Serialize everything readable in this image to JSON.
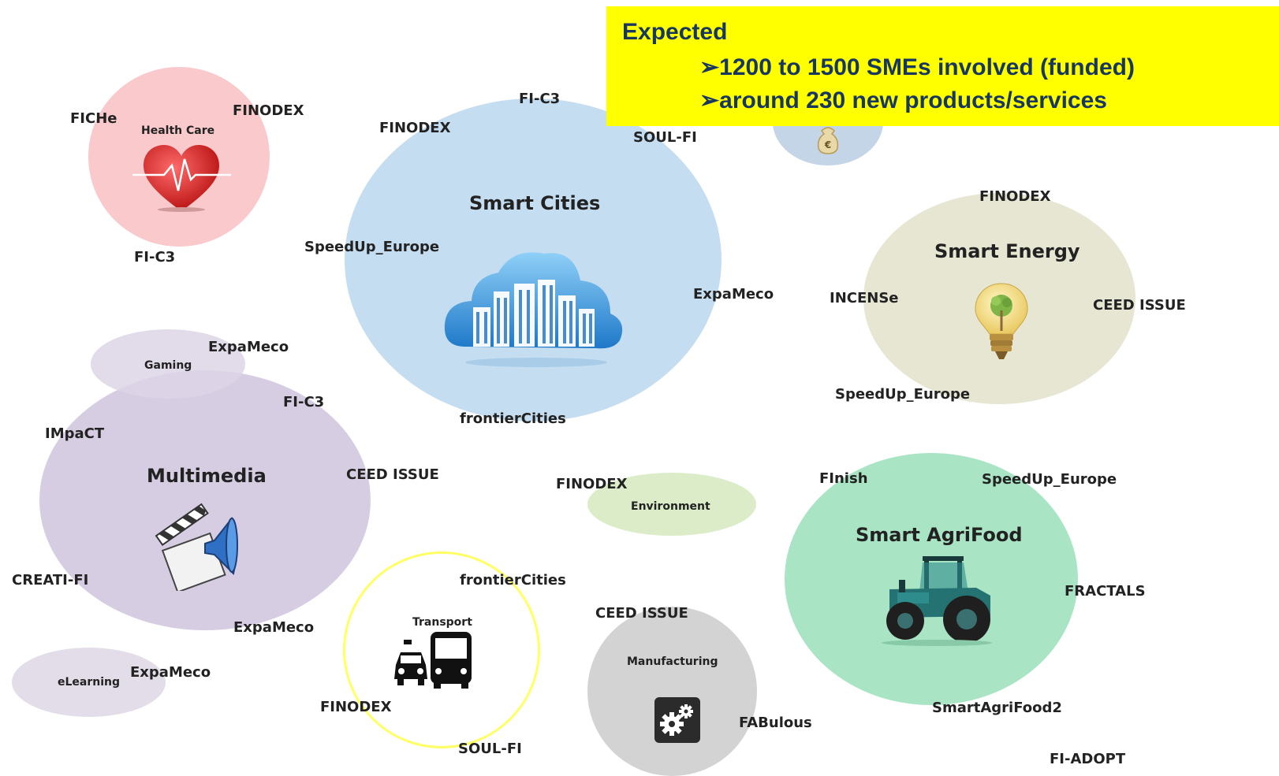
{
  "expected": {
    "heading": "Expected",
    "bullets": [
      "➢1200 to 1500 SMEs involved (funded)",
      "➢around 230 new products/services"
    ]
  },
  "domains": {
    "health_care": {
      "title": "Health Care",
      "projects": [
        "FICHe",
        "FINODEX",
        "FI-C3"
      ]
    },
    "smart_cities": {
      "title": "Smart Cities",
      "projects": [
        "FI-C3",
        "FINODEX",
        "SOUL-FI",
        "SpeedUp_Europe",
        "ExpaMeco",
        "frontierCities"
      ]
    },
    "smart_energy": {
      "title": "Smart Energy",
      "projects": [
        "FINODEX",
        "INCENSe",
        "CEED ISSUE",
        "SpeedUp_Europe"
      ]
    },
    "gaming": {
      "title": "Gaming",
      "projects": [
        "ExpaMeco"
      ]
    },
    "multimedia": {
      "title": "Multimedia",
      "projects": [
        "FI-C3",
        "IMpaCT",
        "CEED ISSUE",
        "CREATI-FI",
        "ExpaMeco"
      ]
    },
    "environment": {
      "title": "Environment",
      "projects": [
        "FINODEX"
      ]
    },
    "smart_agrifood": {
      "title": "Smart AgriFood",
      "projects": [
        "FInish",
        "SpeedUp_Europe",
        "FRACTALS",
        "SmartAgriFood2",
        "FI-ADOPT"
      ]
    },
    "elearning": {
      "title": "eLearning",
      "projects": [
        "ExpaMeco"
      ]
    },
    "transport": {
      "title": "Transport",
      "projects": [
        "frontierCities",
        "FINODEX",
        "SOUL-FI"
      ]
    },
    "manufacturing": {
      "title": "Manufacturing",
      "projects": [
        "CEED ISSUE",
        "FABulous"
      ]
    }
  },
  "icons": [
    "heart-monitor-icon",
    "cloud-city-icon",
    "lightbulb-tree-icon",
    "clapperboard-speaker-icon",
    "taxi-bus-icon",
    "gears-icon",
    "tractor-icon",
    "money-bag-icon"
  ],
  "colors": {
    "health_care": "#f9c9cc",
    "smart_cities": "#c4ddf0",
    "smart_energy": "#e6e6d3",
    "gaming": "#e4dde9",
    "multimedia": "#d7cde3",
    "environment": "#dcecc8",
    "smart_agrifood": "#a9e4c5",
    "elearning": "#e3dde9",
    "transport_fill": "#ffffff",
    "transport_border": "#ffff66",
    "manufacturing": "#d3d3d3",
    "finance": "#c5d5e8",
    "expected_box": "#ffff00",
    "expected_text": "#17375e"
  }
}
